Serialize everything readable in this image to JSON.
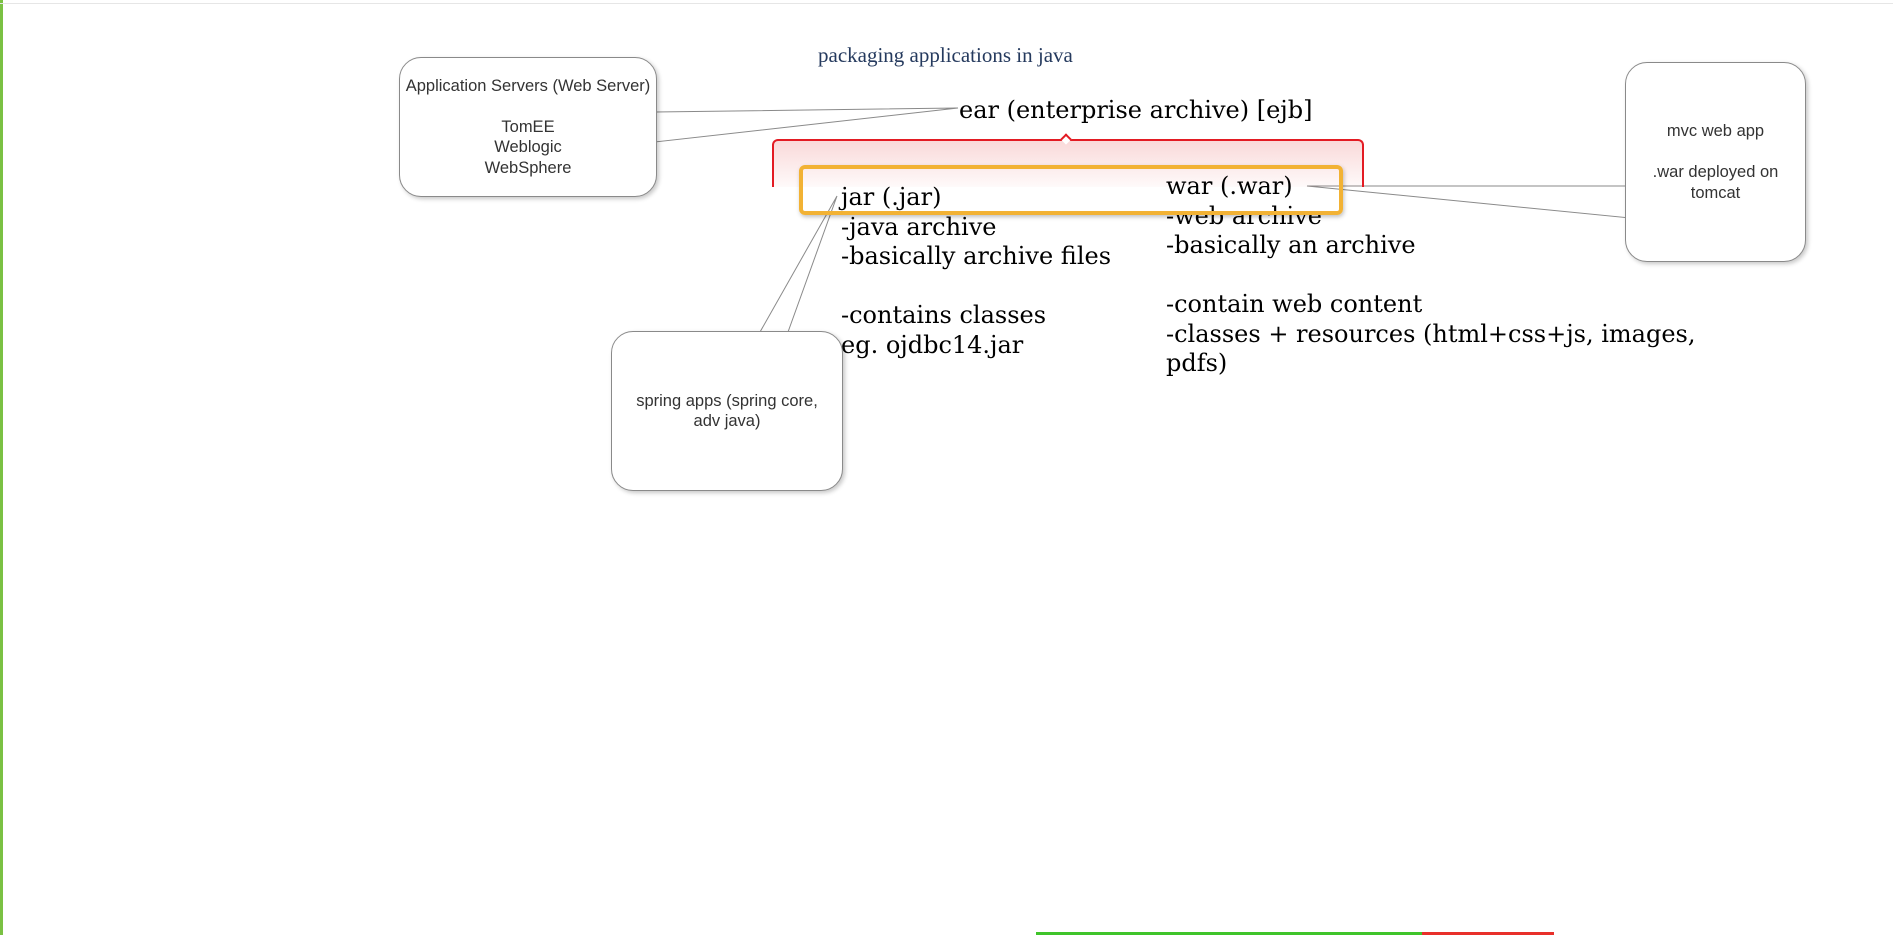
{
  "title": "packaging applications in java",
  "ear_text": "ear (enterprise archive) [ejb]",
  "jar_text": "jar (.jar)\n-java archive\n-basically archive files\n\n-contains classes\neg. ojdbc14.jar",
  "war_text": "war (.war)\n-web archive\n-basically an archive\n\n-contain web content\n-classes + resources (html+css+js, images,\npdfs)",
  "callouts": {
    "app_servers": "Application Servers (Web Server)\n\nTomEE\nWeblogic\nWebSphere",
    "spring_apps": "spring apps (spring core, adv java)",
    "mvc_web_app": "mvc web app\n\n.war deployed on tomcat"
  },
  "colors": {
    "red_highlight": "#e31b23",
    "yellow_highlight": "#f2b234",
    "title_color": "#253a5e",
    "left_border": "#7ac143"
  }
}
